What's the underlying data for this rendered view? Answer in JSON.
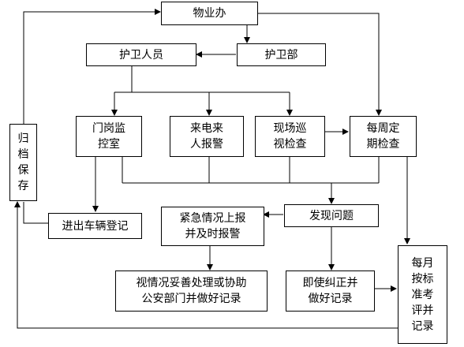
{
  "nodes": {
    "wuyeban": "物业办",
    "huweibu": "护卫部",
    "huweirenyuan": "护卫人员",
    "menggang": "门岗监\n控室",
    "laidian": "来电来\n人报警",
    "xianchang": "现场巡\n视检查",
    "meizhou": "每周定\n期检查",
    "guidang": "归\n档\n保\n存",
    "jinchu": "进出车辆登记",
    "jinji": "紧急情况上报\n并及时报警",
    "faxian": "发现问题",
    "shiqing": "视情况妥善处理或协助\n公安部门并做好记录",
    "jishi": "即使纠正并\n做好记录",
    "meiyue": "每月\n按标\n准考\n评并\n记录"
  }
}
